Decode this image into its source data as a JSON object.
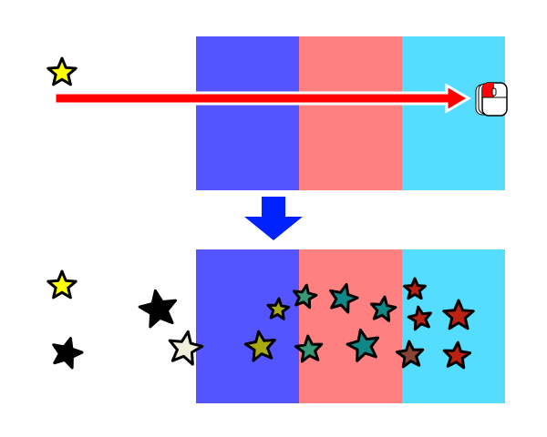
{
  "colors": {
    "zone_blue": "#5555ff",
    "zone_red": "#ff8080",
    "zone_cyan": "#55ddff",
    "swipe_arrow": "#ff0000",
    "down_arrow": "#0022ff",
    "mouse_button": "#ff0000"
  },
  "icons": {
    "mouse": "mouse-icon",
    "swipe_arrow": "arrow-right-icon",
    "down_arrow": "arrow-down-icon",
    "star": "star-icon"
  },
  "stars": {
    "top": [
      {
        "fill": "#ffff00",
        "zone": "outside"
      }
    ],
    "bottom": [
      {
        "fill": "#ffff00",
        "zone": "outside"
      },
      {
        "fill": "#000000",
        "zone": "outside"
      },
      {
        "fill": "#000000",
        "zone": "outside"
      },
      {
        "fill": "#f0f0dc",
        "zone": "outside"
      },
      {
        "fill": "#aaaa11",
        "zone": "blue"
      },
      {
        "fill": "#aaaa11",
        "zone": "blue"
      },
      {
        "fill": "#339977",
        "zone": "red"
      },
      {
        "fill": "#339977",
        "zone": "red"
      },
      {
        "fill": "#118888",
        "zone": "red"
      },
      {
        "fill": "#118888",
        "zone": "red"
      },
      {
        "fill": "#118888",
        "zone": "red"
      },
      {
        "fill": "#bb2211",
        "zone": "cyan"
      },
      {
        "fill": "#bb2211",
        "zone": "cyan"
      },
      {
        "fill": "#bb2211",
        "zone": "cyan"
      },
      {
        "fill": "#884433",
        "zone": "cyan"
      },
      {
        "fill": "#bb2211",
        "zone": "cyan"
      }
    ]
  }
}
